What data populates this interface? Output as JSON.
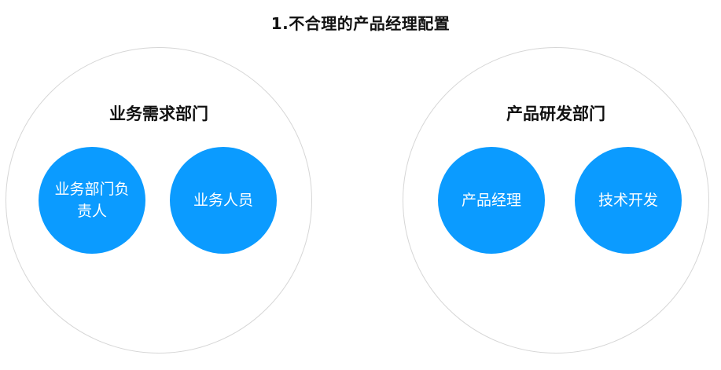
{
  "title": "1.不合理的产品经理配置",
  "groups": [
    {
      "label": "业务需求部门",
      "roles": [
        "业务部门负责人",
        "业务人员"
      ]
    },
    {
      "label": "产品研发部门",
      "roles": [
        "产品经理",
        "技术开发"
      ]
    }
  ],
  "colors": {
    "role_fill": "#0b9bff",
    "group_border": "#d6d6d6",
    "text_dark": "#111111",
    "text_light": "#ffffff"
  }
}
